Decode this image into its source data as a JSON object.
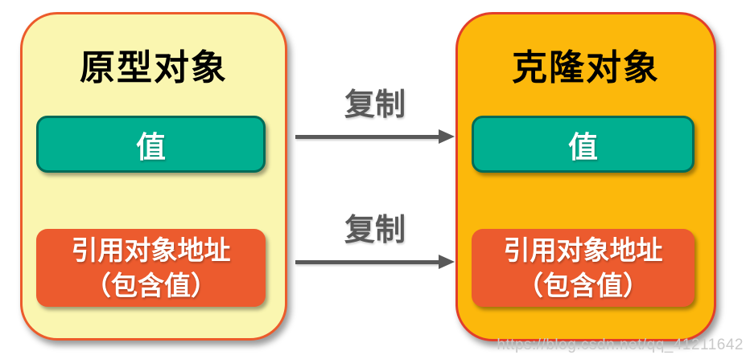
{
  "page": {
    "background": "#ffffff"
  },
  "colors": {
    "source_panel_fill": "#FAF6B0",
    "source_panel_border": "#EC5B2B",
    "clone_panel_fill": "#FCB80B",
    "clone_panel_border": "#E23E2A",
    "value_box_fill": "#00AF90",
    "value_box_border": "#006B58",
    "ref_box_fill": "#EC5B2E",
    "arrow_color": "#595959",
    "title_text": "#000000",
    "inner_box_text": "#FFFFFF",
    "watermark_text": "#C9C9C9"
  },
  "diagram": {
    "source": {
      "title": "原型对象",
      "value_label": "值",
      "ref_line1": "引用对象地址",
      "ref_line2": "（包含值）"
    },
    "clone": {
      "title": "克隆对象",
      "value_label": "值",
      "ref_line1": "引用对象地址",
      "ref_line2": "（包含值）"
    },
    "arrows": [
      {
        "label": "复制"
      },
      {
        "label": "复制"
      }
    ]
  },
  "watermark": "https://blog.csdn.net/qq_41211642"
}
